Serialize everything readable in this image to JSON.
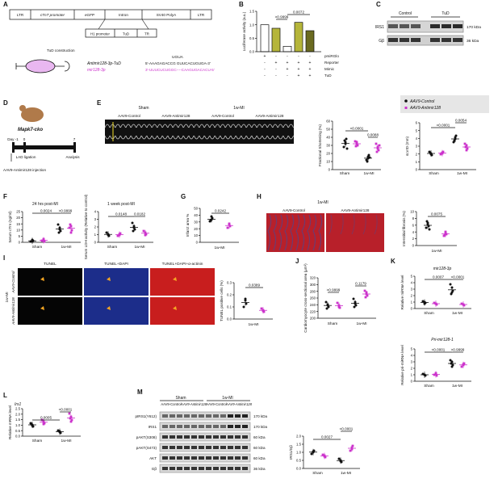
{
  "panels": {
    "A": {
      "label": "A",
      "construct": [
        "LTR",
        "cTnT promoter",
        "eGFP",
        "Intron",
        "SV40 PolyA",
        "LTR"
      ],
      "inset": [
        "H1 promoter",
        "TuD",
        "TR"
      ],
      "tud_title": "TuD construction",
      "antimir_label": "Antimir128-3p-TuD",
      "mir_label": "mir128-3p",
      "seq_loop": "UGUA",
      "seq_top": "5'-AAAGAGACCG   GUUCACUGUGA-3'",
      "seq_bottom": "3'-UUUCUCUGGC----CAAGUGACACU-5'"
    },
    "B": {
      "label": "B",
      "ylabel": "Luciferase activity (a.u.)",
      "yticks": [
        "0.0",
        "0.5",
        "1.0",
        "1.5"
      ],
      "rows": [
        "pmiRGlo",
        "Reporter",
        "Mimic",
        "TuD"
      ],
      "signs": [
        [
          "+",
          "-",
          "-",
          "-",
          "-"
        ],
        [
          "-",
          "+",
          "+",
          "+",
          "+"
        ],
        [
          "-",
          "-",
          "+",
          "+",
          "+"
        ],
        [
          "-",
          "-",
          "-",
          "+",
          "+"
        ]
      ],
      "pvals": [
        ">0.9999",
        "0.0072"
      ]
    },
    "C": {
      "label": "C",
      "cols": [
        "Control",
        "TuD"
      ],
      "rows": [
        "IRS1",
        "Gβ"
      ],
      "kda": [
        "170 kDa",
        "36 kDa"
      ]
    },
    "D": {
      "label": "D",
      "mouse": "Mapk7-cko",
      "days": [
        "Day -1",
        "0",
        "7"
      ],
      "events": [
        "LAD ligation",
        "Analysis"
      ],
      "injection": "AAV9-Antimir128 injection"
    },
    "E": {
      "label": "E",
      "echo_groups": [
        "Sham",
        "1w-MI"
      ],
      "echo_labels": [
        "AAV9-Control",
        "AAV9-Antimir128",
        "AAV9-Control",
        "AAV9-Antimir128"
      ],
      "fs_ylabel": "Fractional Shortening (%)",
      "fs_yticks": [
        "0",
        "10",
        "20",
        "30",
        "40",
        "50",
        "60"
      ],
      "fs_pvals": [
        "<0.0001",
        "0.0088"
      ],
      "lvid_ylabel": "sLVID (mm)",
      "lvid_yticks": [
        "0",
        "1",
        "2",
        "3",
        "4",
        "5",
        "6"
      ],
      "lvid_pvals": [
        "<0.0001",
        "0.0054"
      ],
      "legend": [
        "AAV9-Control",
        "AAV9-Antimir128"
      ],
      "xcats": [
        "Sham",
        "1w-MI"
      ]
    },
    "F": {
      "label": "F",
      "title1": "24 hrs post-MI",
      "ylabel1": "Serum cTnI (ng/ml)",
      "yticks1": [
        "0",
        "5",
        "10",
        "15",
        "20",
        "25"
      ],
      "pvals1": [
        "0.0024",
        ">0.9999"
      ],
      "title2": "1 week post-MI",
      "ylabel2": "Serum LDH activity (Relative to control)",
      "yticks2": [
        "0",
        "1",
        "2",
        "3",
        "4"
      ],
      "pvals2": [
        "0.0148",
        "0.0182"
      ],
      "xcats": [
        "Sham",
        "1w-MI"
      ]
    },
    "G": {
      "label": "G",
      "ylabel": "Infarct area %",
      "yticks": [
        "0",
        "10",
        "20",
        "30",
        "40",
        "50"
      ],
      "pval": "0.0242",
      "xcat": "1w-MI"
    },
    "H": {
      "label": "H",
      "title": "1w-MI",
      "img_labels": [
        "AAV9-Control",
        "AAV9-Antimir128"
      ],
      "ylabel": "Interstitial fibrosis (%)",
      "yticks": [
        "0",
        "2",
        "4",
        "6",
        "8",
        "10"
      ],
      "pval": "0.0075",
      "xcat": "1w-MI"
    },
    "I": {
      "label": "I",
      "cols": [
        "TUNEL",
        "TUNEL+DAPI",
        "TUNEL+DAPI+α-actinin"
      ],
      "rows": [
        "AAV9-Control",
        "AAV9-Antimir128"
      ],
      "side": "1w-MI",
      "ylabel": "TUNEL positive cells (%)",
      "yticks": [
        "0.0",
        "0.1",
        "0.2",
        "0.3"
      ],
      "pval": "0.0389",
      "xcat": "1w-MI"
    },
    "J": {
      "label": "J",
      "ylabel": "Cardiomyocyte cross-sectional area (µm²)",
      "yticks": [
        "200",
        "220",
        "240",
        "260",
        "280",
        "300",
        "320"
      ],
      "pvals": [
        ">0.9999",
        "0.1179"
      ],
      "xcats": [
        "Sham",
        "1w-MI"
      ]
    },
    "K": {
      "label": "K",
      "title1": "mir128-3p",
      "ylabel1": "Relative miRNA level",
      "yticks1": [
        "0",
        "1",
        "2",
        "3",
        "4",
        "5"
      ],
      "pvals1": [
        "0.0007",
        "<0.0001"
      ],
      "title2": "Pri-mir128-1",
      "ylabel2": "Relative pri-miRNA level",
      "yticks2": [
        "0",
        "1",
        "2",
        "3",
        "4",
        "5"
      ],
      "pvals2": [
        "<0.0001",
        ">0.9999"
      ],
      "xcats": [
        "Sham",
        "1w-MI"
      ]
    },
    "L": {
      "label": "L",
      "title": "Irs1",
      "ylabel": "Relative mRNA level",
      "yticks": [
        "0.0",
        "0.5",
        "1.0",
        "1.5",
        "2.0",
        "2.5"
      ],
      "pvals": [
        "0.0005",
        "<0.0001"
      ],
      "xcats": [
        "Sham",
        "1w-MI"
      ]
    },
    "M": {
      "label": "M",
      "groups": [
        "Sham",
        "1w-MI"
      ],
      "lanes": [
        "AAV9-Control",
        "AAV9-Antimir128",
        "AAV9-Control",
        "AAV9-Antimir128"
      ],
      "rows": [
        "pIRS1(Y612)",
        "IRS1",
        "pAKT(S308)",
        "pAKT(S473)",
        "AKT",
        "Gβ"
      ],
      "kda": [
        "170 kDa",
        "170 kDa",
        "60 kDa",
        "60 kDa",
        "60 kDa",
        "36 kDa"
      ],
      "ylabel": "IRS1/Gβ",
      "yticks": [
        "0.0",
        "0.5",
        "1.0",
        "1.5",
        "2.0"
      ],
      "pvals": [
        "0.0027",
        "<0.0001"
      ],
      "xcats": [
        "Sham",
        "1w-MI"
      ]
    }
  },
  "colors": {
    "control": "#111111",
    "antimir": "#cc33cc",
    "bar_ctrl": "#ffffff",
    "bar_olive": "#b5b53a",
    "bar_dark": "#6a6a20",
    "tissue_red": "#b8202a",
    "tissue_blue": "#3b4fa0",
    "tunel_blue": "#1c2d8a",
    "tunel_red": "#c81e1e"
  }
}
